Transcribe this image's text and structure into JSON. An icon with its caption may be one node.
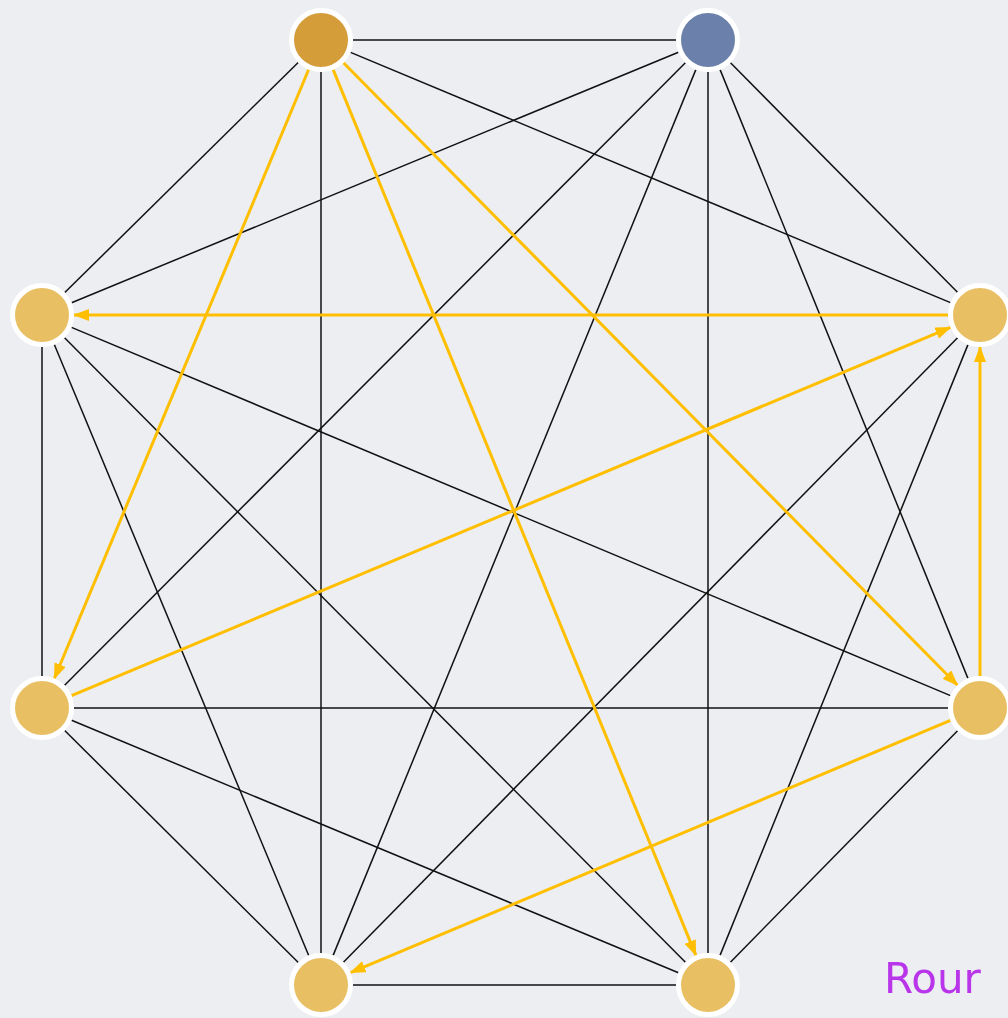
{
  "diagram": {
    "nodes": [
      {
        "text": [],
        "shape": "circle"
      },
      {
        "text": [],
        "shape": "circle"
      },
      {
        "text": [],
        "shape": "circle"
      },
      {
        "text": [],
        "shape": "circle"
      },
      {
        "text": [],
        "shape": "circle"
      },
      {
        "text": [],
        "shape": "circle"
      },
      {
        "text": [],
        "shape": "circle"
      },
      {
        "text": [],
        "shape": "circle"
      }
    ],
    "edges": [
      {
        "from": 0,
        "to": 1,
        "arrow": "none"
      },
      {
        "from": 0,
        "to": 2,
        "arrow": "none"
      },
      {
        "from": 0,
        "to": 3,
        "arrow": "none"
      },
      {
        "from": 0,
        "to": 6,
        "arrow": "none"
      },
      {
        "from": 1,
        "to": 2,
        "arrow": "none"
      },
      {
        "from": 1,
        "to": 3,
        "arrow": "none"
      },
      {
        "from": 1,
        "to": 4,
        "arrow": "none"
      },
      {
        "from": 1,
        "to": 5,
        "arrow": "none"
      },
      {
        "from": 1,
        "to": 6,
        "arrow": "none"
      },
      {
        "from": 1,
        "to": 7,
        "arrow": "none"
      },
      {
        "from": 2,
        "to": 4,
        "arrow": "none"
      },
      {
        "from": 2,
        "to": 5,
        "arrow": "none"
      },
      {
        "from": 2,
        "to": 6,
        "arrow": "none"
      },
      {
        "from": 2,
        "to": 7,
        "arrow": "none"
      },
      {
        "from": 3,
        "to": 6,
        "arrow": "none"
      },
      {
        "from": 3,
        "to": 7,
        "arrow": "none"
      },
      {
        "from": 4,
        "to": 5,
        "arrow": "none"
      },
      {
        "from": 4,
        "to": 6,
        "arrow": "none"
      },
      {
        "from": 4,
        "to": 7,
        "arrow": "none"
      },
      {
        "from": 5,
        "to": 7,
        "arrow": "none"
      },
      {
        "from": 6,
        "to": 7,
        "arrow": "none"
      },
      {
        "from": 0,
        "to": 4,
        "arrow": "to",
        "color": "#ffbf00"
      },
      {
        "from": 0,
        "to": 7,
        "arrow": "to",
        "color": "#ffbf00"
      },
      {
        "from": 0,
        "to": 5,
        "arrow": "to",
        "color": "#ffbf00"
      },
      {
        "from": 3,
        "to": 2,
        "arrow": "to",
        "color": "#ffbf00"
      },
      {
        "from": 4,
        "to": 3,
        "arrow": "to",
        "color": "#ffbf00"
      },
      {
        "from": 5,
        "to": 3,
        "arrow": "to",
        "color": "#ffbf00"
      },
      {
        "from": 5,
        "to": 6,
        "arrow": "to",
        "color": "#ffbf00"
      }
    ],
    "labels": [
      "Rour"
    ]
  }
}
